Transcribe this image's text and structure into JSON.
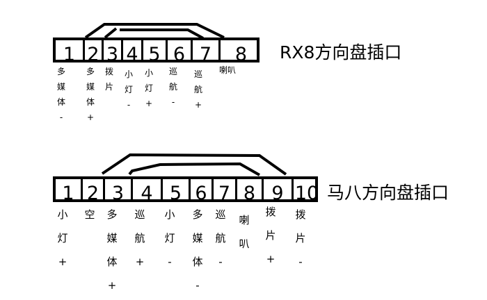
{
  "rx8": {
    "title": "RX8方向盘插口",
    "pins": [
      {
        "num": "1",
        "label": [
          "多",
          "媒",
          "体",
          "-"
        ]
      },
      {
        "num": "2",
        "label": [
          "多",
          "媒",
          "体",
          "+"
        ]
      },
      {
        "num": "3",
        "label": [
          "拨",
          "片"
        ]
      },
      {
        "num": "4",
        "label": [
          "小",
          "灯",
          "-"
        ]
      },
      {
        "num": "5",
        "label": [
          "小",
          "灯",
          "+"
        ]
      },
      {
        "num": "6",
        "label": [
          "巡",
          "航",
          "-"
        ]
      },
      {
        "num": "7",
        "label": [
          "巡",
          "航",
          "+"
        ]
      },
      {
        "num": "8",
        "label": [
          "喇叭"
        ]
      }
    ]
  },
  "mazda8": {
    "title": "马八方向盘插口",
    "pins": [
      {
        "num": "1",
        "label": [
          "小",
          "灯",
          "+"
        ]
      },
      {
        "num": "2",
        "label": [
          "空"
        ]
      },
      {
        "num": "3",
        "label": [
          "多",
          "媒",
          "体",
          "+"
        ]
      },
      {
        "num": "4",
        "label": [
          "巡",
          "航",
          "+"
        ]
      },
      {
        "num": "5",
        "label": [
          "小",
          "灯",
          "-"
        ]
      },
      {
        "num": "6",
        "label": [
          "多",
          "媒",
          "体",
          "-"
        ]
      },
      {
        "num": "7",
        "label": [
          "巡",
          "航",
          "-"
        ]
      },
      {
        "num": "8",
        "label": [
          "喇",
          "叭"
        ]
      },
      {
        "num": "9",
        "label": [
          "拨",
          "片",
          "+"
        ]
      },
      {
        "num": "10",
        "label": [
          "拨",
          "片",
          "-"
        ]
      }
    ]
  }
}
